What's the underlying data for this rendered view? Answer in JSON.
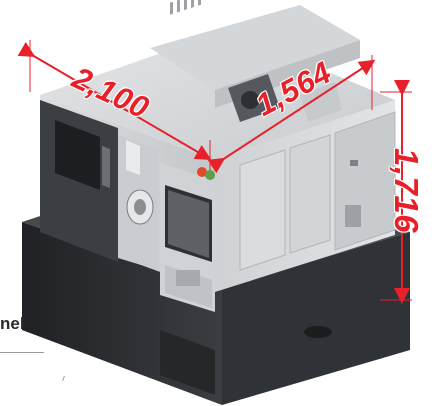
{
  "product_image": {
    "subject": "CNC turning center",
    "colors": {
      "dimension_red": "#e8202a",
      "body_gray": "#d6d8da",
      "base_dark": "#2b2d30",
      "panel_dark": "#3b3e42"
    }
  },
  "dimensions": {
    "width_label": "2,100",
    "depth_label": "1,564",
    "height_label": "1,716"
  },
  "caption": {
    "text_fragment": "nel"
  }
}
